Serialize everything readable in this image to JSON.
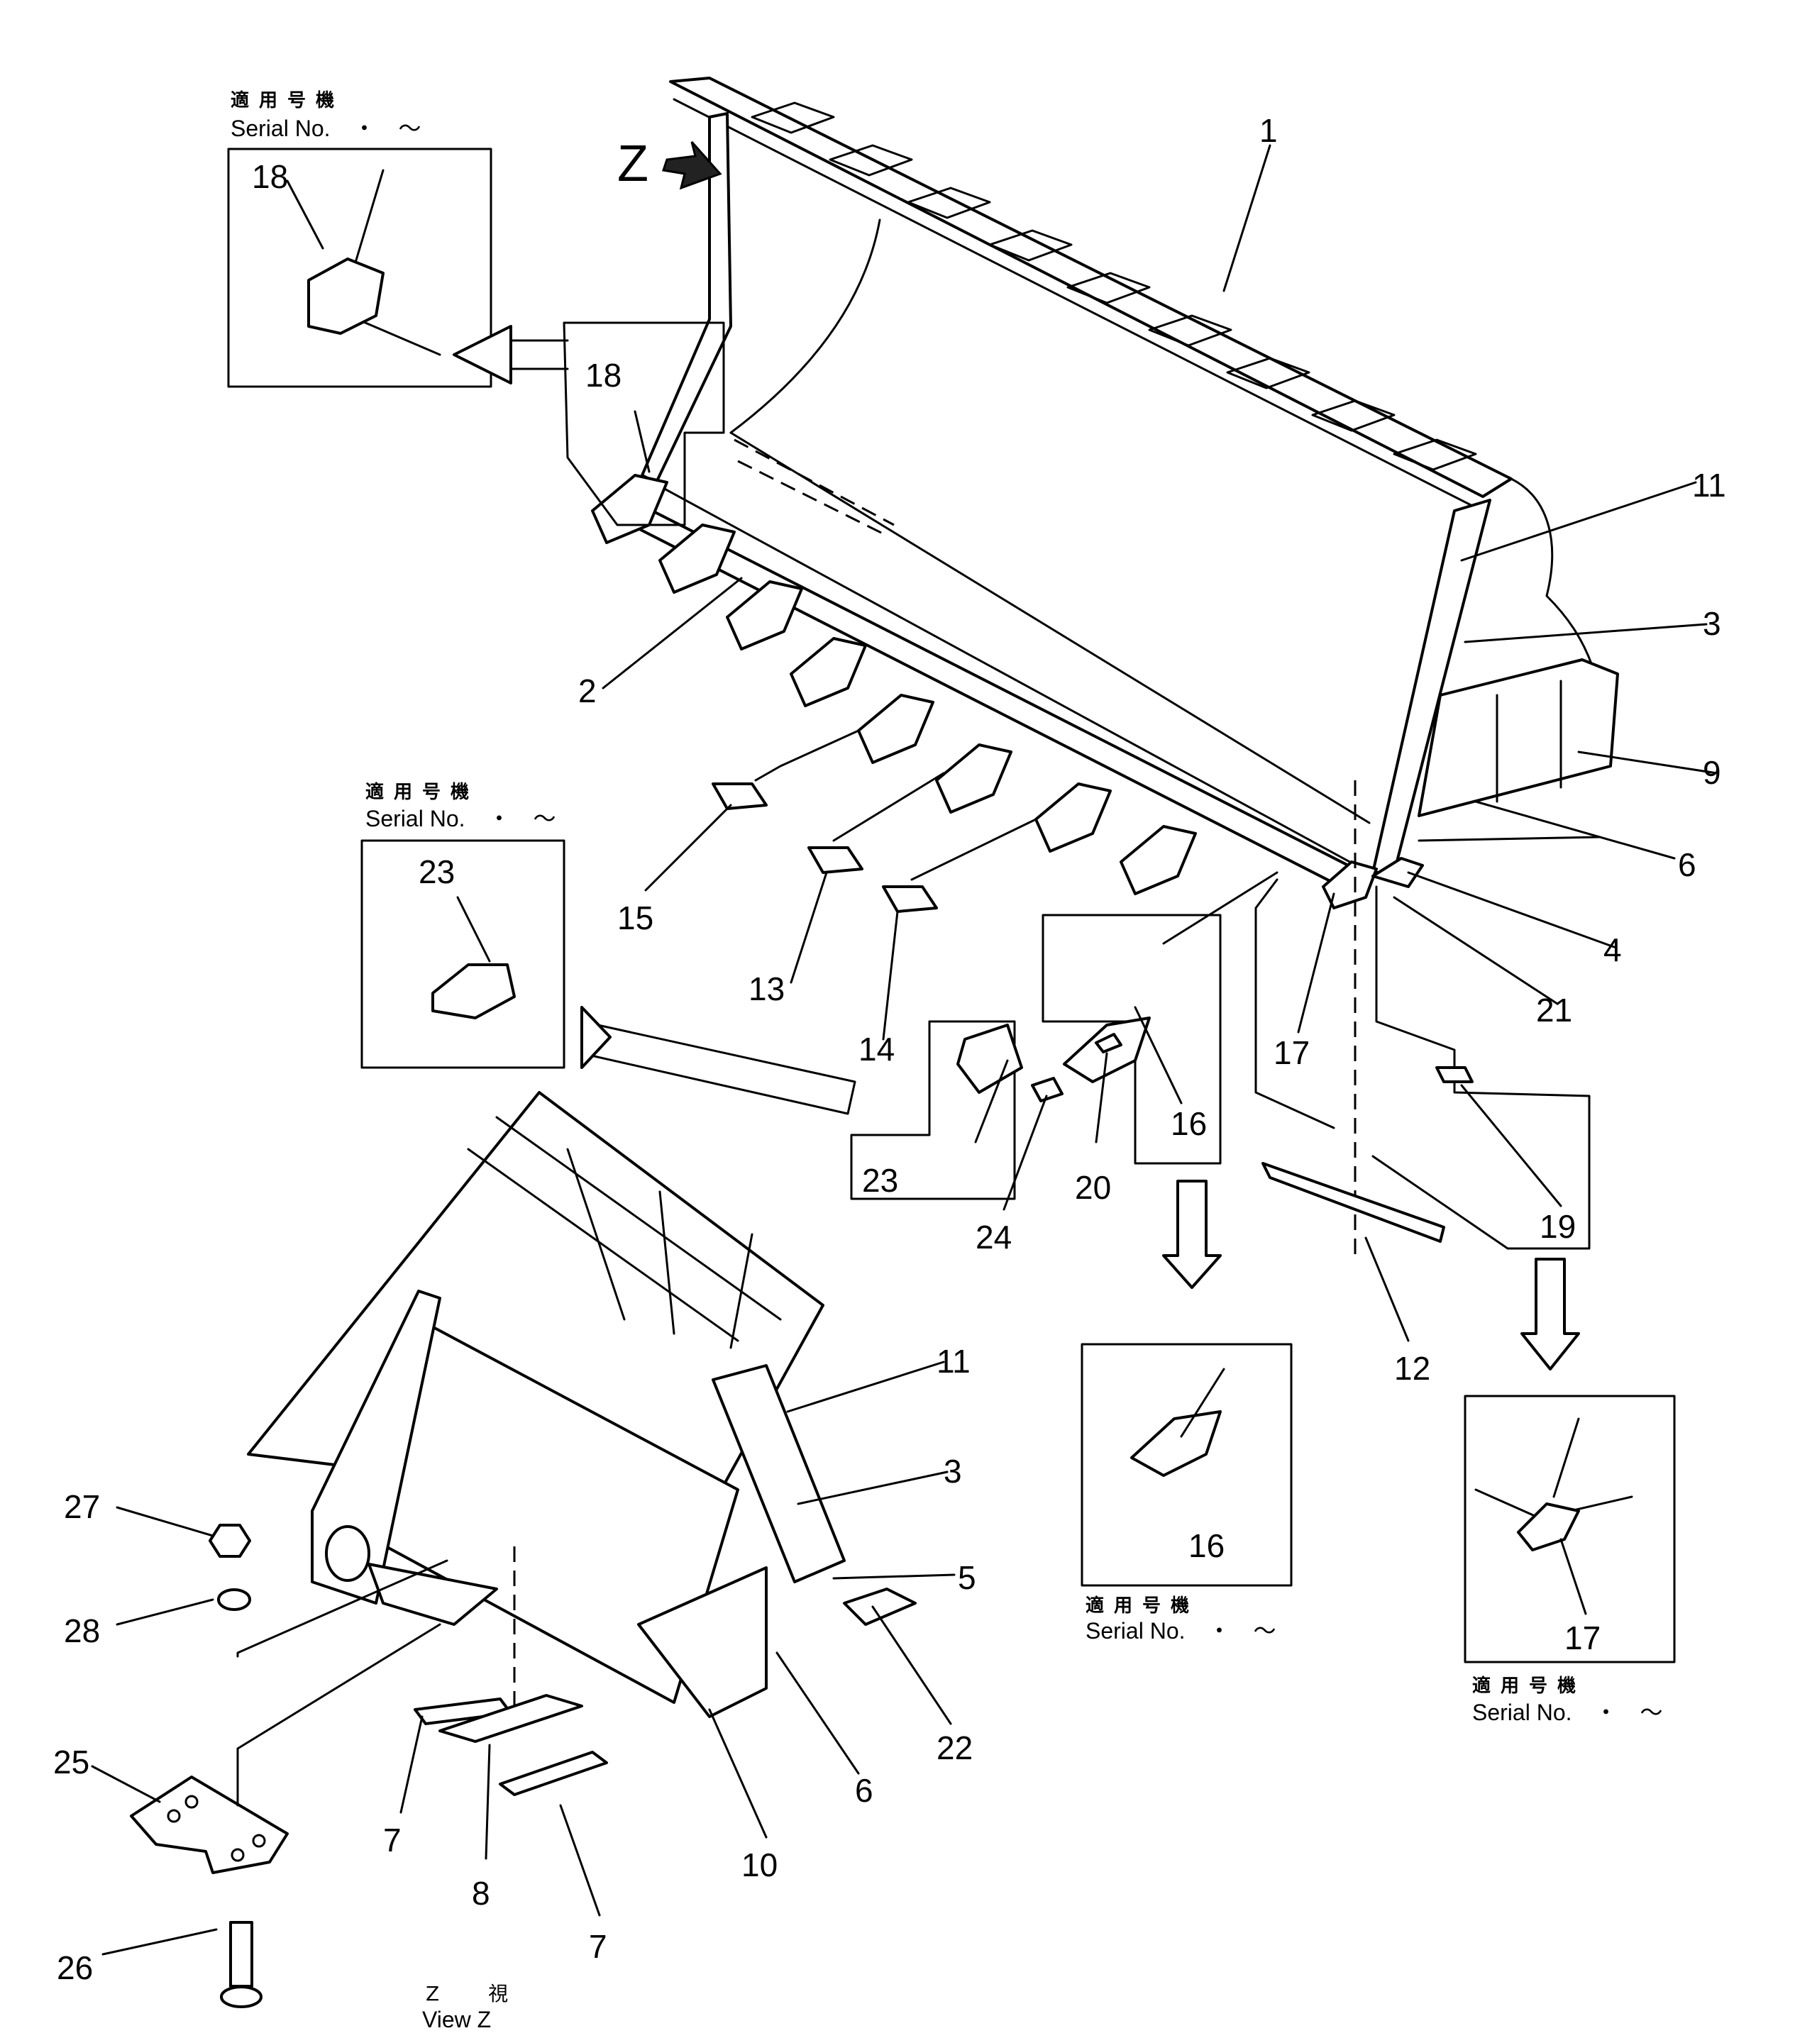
{
  "view_marker": "Z",
  "view_caption": {
    "jp": "Z 視",
    "en": "View Z"
  },
  "serial_boxes": [
    {
      "jp": "適用号機",
      "en": "Serial No.　・　～",
      "part": "18"
    },
    {
      "jp": "適用号機",
      "en": "Serial No.　・　～",
      "part": "23"
    },
    {
      "jp": "適用号機",
      "en": "Serial No.　・　～",
      "part": "16"
    },
    {
      "jp": "適用号機",
      "en": "Serial No.　・　～",
      "part": "17"
    }
  ],
  "callouts": [
    "1",
    "2",
    "3",
    "3",
    "4",
    "5",
    "6",
    "6",
    "7",
    "7",
    "8",
    "9",
    "10",
    "11",
    "11",
    "12",
    "13",
    "14",
    "15",
    "16",
    "16",
    "17",
    "17",
    "18",
    "18",
    "19",
    "20",
    "21",
    "22",
    "23",
    "23",
    "24",
    "25",
    "26",
    "27",
    "28"
  ]
}
